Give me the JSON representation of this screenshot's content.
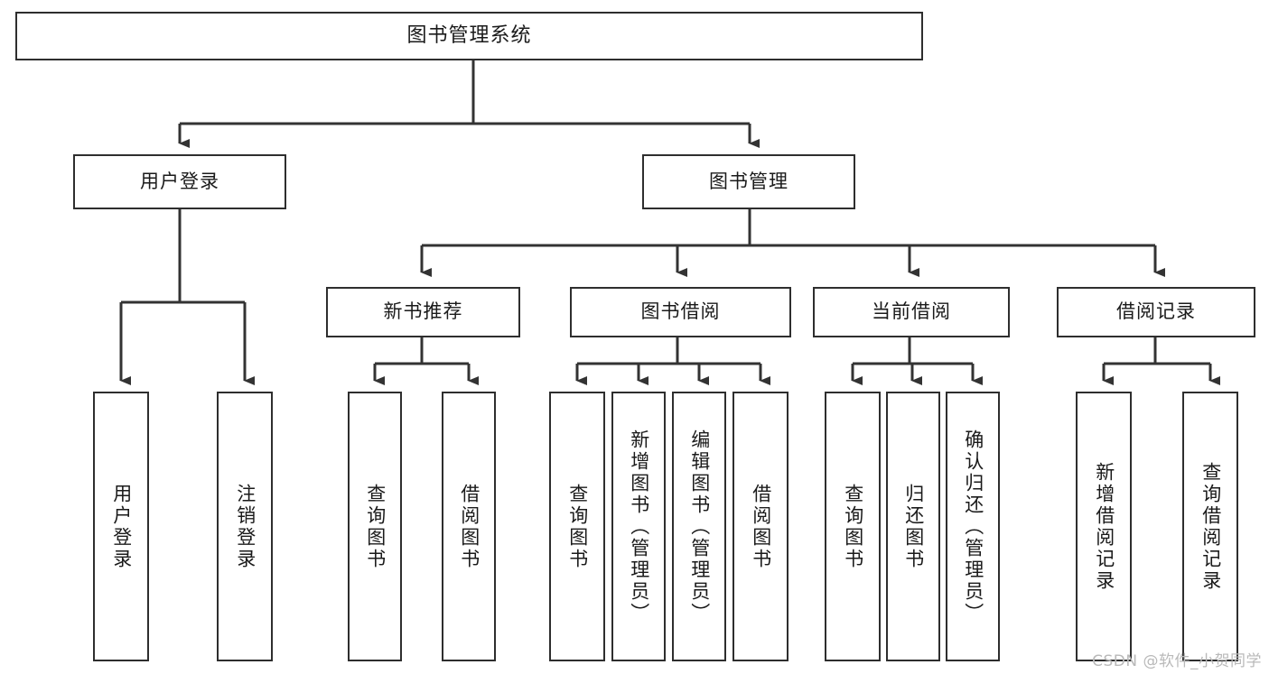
{
  "diagram": {
    "title": "图书管理系统",
    "type": "tree",
    "colors": {
      "box_border": "#2e2e2e",
      "box_fill": "#ffffff",
      "connector": "#333333",
      "text": "#1a1a1a",
      "watermark": "#b9b9b9",
      "background": "#ffffff"
    },
    "root": {
      "label": "图书管理系统"
    },
    "level2": [
      {
        "label": "用户登录"
      },
      {
        "label": "图书管理"
      }
    ],
    "level3": [
      {
        "label": "新书推荐"
      },
      {
        "label": "图书借阅"
      },
      {
        "label": "当前借阅"
      },
      {
        "label": "借阅记录"
      }
    ],
    "leaves": {
      "user_login": [
        {
          "label": "用户登录"
        },
        {
          "label": "注销登录"
        }
      ],
      "new_book_recommend": [
        {
          "label": "查询图书"
        },
        {
          "label": "借阅图书"
        }
      ],
      "book_borrow": [
        {
          "label": "查询图书"
        },
        {
          "label": "新增图书（管理员）"
        },
        {
          "label": "编辑图书（管理员）"
        },
        {
          "label": "借阅图书"
        }
      ],
      "current_borrow": [
        {
          "label": "查询图书"
        },
        {
          "label": "归还图书"
        },
        {
          "label": "确认归还（管理员）"
        }
      ],
      "borrow_record": [
        {
          "label": "新增借阅记录"
        },
        {
          "label": "查询借阅记录"
        }
      ]
    }
  },
  "watermark": {
    "text": "CSDN @软件_小贺同学"
  }
}
